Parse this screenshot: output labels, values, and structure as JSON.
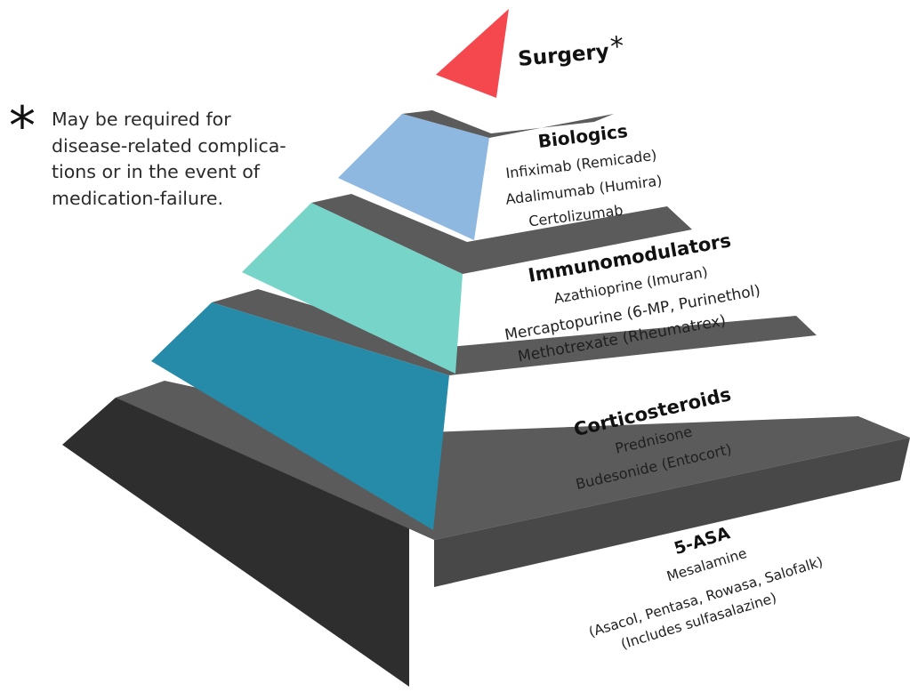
{
  "surgery": {
    "title": "Surgery",
    "marker": "*"
  },
  "footnote": {
    "marker": "*",
    "lines": [
      "May be required for",
      "disease-related complica-",
      "tions or in the event of",
      "medication-failure."
    ]
  },
  "tiers": {
    "biologics": {
      "title": "Biologics",
      "items": [
        "Infiximab (Remicade)",
        "Adalimumab (Humira)",
        "Certolizumab"
      ],
      "color": "#8fb8e0"
    },
    "immunomodulators": {
      "title": "Immunomodulators",
      "items": [
        "Azathioprine (Imuran)",
        "Mercaptopurine (6-MP, Purinethol)",
        "Methotrexate (Rheumatrex)"
      ],
      "color": "#76d4c8"
    },
    "corticosteroids": {
      "title": "Corticosteroids",
      "items": [
        "Prednisone",
        "Budesonide (Entocort)"
      ],
      "color": "#268ba8"
    },
    "five_asa": {
      "title": "5-ASA",
      "items": [
        "Mesalamine",
        "(Asacol, Pentasa, Rowasa, Salofalk)",
        "(Includes sulfasalazine)"
      ],
      "color": "#2e2e2e"
    }
  },
  "colors": {
    "surgery": "#f5484e",
    "step_gray": "#5b5b5b",
    "base_dark": "#2e2e2e"
  }
}
